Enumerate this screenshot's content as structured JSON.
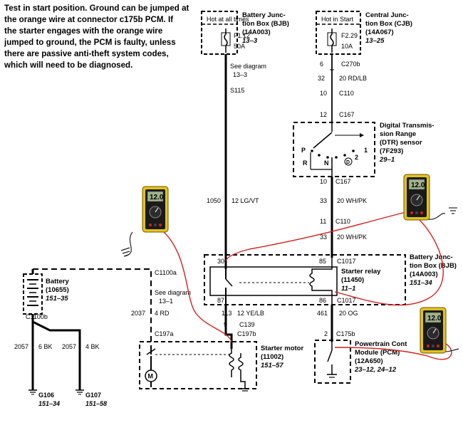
{
  "note": [
    "Test in start position. Ground can be jumped at",
    "the orange wire at connector c175b PCM. If",
    "the starter engages with the orange wire",
    "jumped to ground, the PCM is faulty, unless",
    "there are passive anti-theft system codes,",
    "which will need to be diagnosed."
  ],
  "bjb_top": {
    "hot_label": "Hot at all times",
    "fuse": "F1.12",
    "amps": "50A",
    "title1": "Battery Junc-",
    "title2": "tion Box (BJB)",
    "part": "(14A003)",
    "ref": "13–3"
  },
  "cjb": {
    "hot_label": "Hot in Start",
    "fuse": "F2.29",
    "amps": "10A",
    "title1": "Central Junc-",
    "title2": "tion Box (CJB)",
    "part": "(14A067)",
    "ref": "13–25"
  },
  "left_wire": {
    "see1": "See diagram",
    "see2": "13–3",
    "splice": "S115",
    "circuit": "1050",
    "color": "12 LG/VT"
  },
  "right_wire": {
    "pin6": "6",
    "c270b": "C270b",
    "c32": "32",
    "rdlb": "20 RD/LB",
    "pin10a": "10",
    "c110a": "C110",
    "pin12": "12",
    "c167a": "C167"
  },
  "dtr": {
    "title1": "Digital Transmis-",
    "title2": "sion Range",
    "title3": "(DTR) sensor",
    "part": "(7F293)",
    "ref": "29–1",
    "pos": {
      "P": "P",
      "R": "R",
      "N": "N",
      "D": "D",
      "two": "2",
      "one": "1"
    }
  },
  "mid_wire": {
    "pin10": "10",
    "c167": "C167",
    "c33a": "33",
    "whpk_a": "20 WH/PK",
    "pin11": "11",
    "c110": "C110",
    "c33b": "33",
    "whpk_b": "20 WH/PK"
  },
  "relay": {
    "pin30": "30",
    "pin85": "85",
    "c1017a": "C1017",
    "name": "Starter relay",
    "part": "(11450)",
    "ref": "11–1",
    "pin87": "87",
    "pin86": "86",
    "c1017b": "C1017",
    "bjb1": "Battery Junc-",
    "bjb2": "tion Box (BJB)",
    "bjb_part": "(14A003)",
    "bjb_ref": "151–34"
  },
  "below_relay": {
    "c113": "113",
    "yelb": "12 YE/LB",
    "pin9": "9",
    "c139": "C139",
    "c461": "461",
    "og": "20 OG",
    "pin2": "2",
    "c175b": "C175b"
  },
  "battery": {
    "title": "Battery",
    "part": "(10655)",
    "ref": "151–35",
    "c1100b": "C1100b",
    "c2057a": "2057",
    "bk6": "6 BK",
    "c2057b": "2057",
    "bk4": "4 BK"
  },
  "grounds": {
    "g106": "G106",
    "g106_ref": "151–34",
    "g107": "G107",
    "g107_ref": "151–58"
  },
  "starter_feed": {
    "c1100a": "C1100a",
    "see1": "See diagram",
    "see2": "13–1",
    "c2037": "2037",
    "rd4": "4 RD",
    "c197a": "C197a",
    "c197b": "C197b"
  },
  "starter": {
    "title": "Starter motor",
    "part": "(11002)",
    "ref": "151–57",
    "motor_symbol": "M"
  },
  "pcm": {
    "title1": "Powertrain Cont",
    "title2": "Module (PCM)",
    "part": "(12A650)",
    "ref": "23–12, 24–12"
  },
  "meter_reading": "12.0",
  "colors": {
    "wire": "#000000",
    "probe_lead": "#d42020",
    "meter_body": "#e3c21f",
    "meter_screen": "#9fb28a",
    "meter_face": "#1a1a1a"
  }
}
